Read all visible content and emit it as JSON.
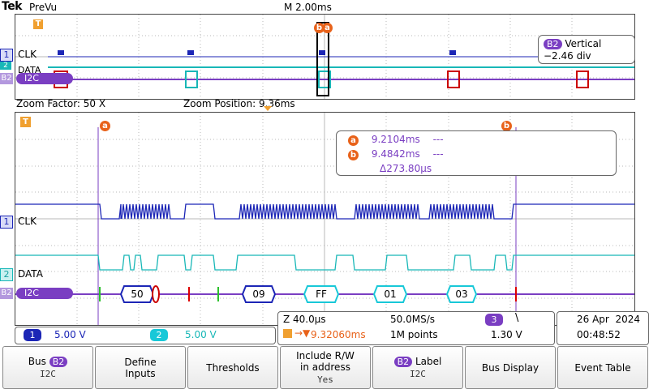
{
  "header": {
    "brand": "Tek",
    "mode": "PreVu",
    "timebase": "M 2.00ms"
  },
  "overview": {
    "trigger_marker": "T",
    "cursor_marks": [
      "b",
      "a"
    ],
    "vertical_label": "B2",
    "vertical_title": "Vertical",
    "vertical_value": "−2.46 div",
    "ch1_tag": "1",
    "ch1_name": "CLK",
    "ch2_tag": "2",
    "ch2_name": "DATA",
    "bus_tag": "B2",
    "bus_name": "I2C"
  },
  "zoom": {
    "factor_label": "Zoom Factor: 50 X",
    "position_label": "Zoom Position: 9.36ms"
  },
  "main": {
    "trigger_marker": "T",
    "cursor_a_tag": "a",
    "cursor_b_tag": "b",
    "readout": {
      "a_value": "9.2104ms",
      "a_dash": "---",
      "b_value": "9.4842ms",
      "b_dash": "---",
      "delta": "Δ273.80µs"
    },
    "ch1_tag": "1",
    "ch1_name": "CLK",
    "ch2_tag": "2",
    "ch2_name": "DATA",
    "bus_tag": "B2",
    "bus_name": "I2C",
    "packets": [
      {
        "label": "50"
      },
      {
        "label": "09"
      },
      {
        "label": "FF"
      },
      {
        "label": "01"
      },
      {
        "label": "03"
      }
    ]
  },
  "status": {
    "ch1_tag": "1",
    "ch1_scale": "5.00 V",
    "ch2_tag": "2",
    "ch2_scale": "5.00 V",
    "zoom_scale": "Z 40.0µs",
    "sample_rate": "50.0MS/s",
    "trigger_pos": "9.32060ms",
    "record_length": "1M points",
    "trig_source_tag": "3",
    "trig_slope": "\\",
    "trig_level": "1.30 V",
    "date": "26 Apr  2024",
    "time": "00:48:52"
  },
  "menu": [
    {
      "label": "Bus",
      "tag": "B2",
      "sub": "I2C"
    },
    {
      "label": "Define\nInputs",
      "sub": ""
    },
    {
      "label": "Thresholds",
      "sub": ""
    },
    {
      "label": "Include R/W\nin address",
      "sub": "Yes"
    },
    {
      "label": "Label",
      "tag": "B2",
      "sub": "I2C"
    },
    {
      "label": "Bus Display",
      "sub": ""
    },
    {
      "label": "Event Table",
      "sub": ""
    }
  ],
  "colors": {
    "ch1": "#1c26b6",
    "ch2": "#18b7b7",
    "bus": "#7a3ec2",
    "cursor": "#e8621a",
    "trigger": "#f0a030"
  }
}
